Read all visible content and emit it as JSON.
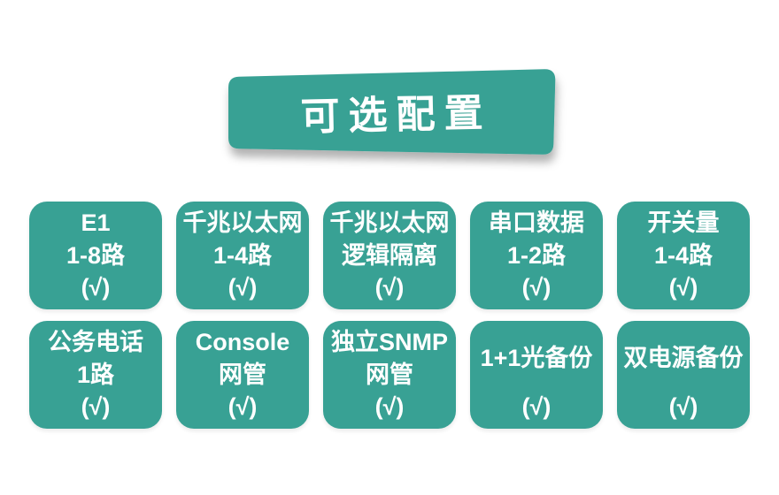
{
  "theme": {
    "teal": "#38a194",
    "text_color": "#ffffff",
    "background": "#ffffff"
  },
  "banner": {
    "title": "可选配置"
  },
  "cards": [
    {
      "id": "e1",
      "lines": [
        "E1",
        "1-8路",
        "(√)"
      ]
    },
    {
      "id": "gigabit-ethernet",
      "lines": [
        "千兆以太网",
        "1-4路",
        "(√)"
      ]
    },
    {
      "id": "gigabit-ethernet-isolated",
      "lines": [
        "千兆以太网",
        "逻辑隔离",
        "(√)"
      ]
    },
    {
      "id": "serial-data",
      "lines": [
        "串口数据",
        "1-2路",
        "(√)"
      ]
    },
    {
      "id": "switch-signal",
      "lines": [
        "开关量",
        "1-4路",
        "(√)"
      ]
    },
    {
      "id": "service-phone",
      "lines": [
        "公务电话",
        "1路",
        "(√)"
      ]
    },
    {
      "id": "console-nms",
      "lines": [
        "Console",
        "网管",
        "(√)"
      ]
    },
    {
      "id": "snmp-nms",
      "lines": [
        "独立SNMP",
        "网管",
        "(√)"
      ]
    },
    {
      "id": "optical-backup",
      "lines": [
        "1+1光备份",
        "(√)"
      ]
    },
    {
      "id": "dual-power-backup",
      "lines": [
        "双电源备份",
        "(√)"
      ]
    }
  ]
}
